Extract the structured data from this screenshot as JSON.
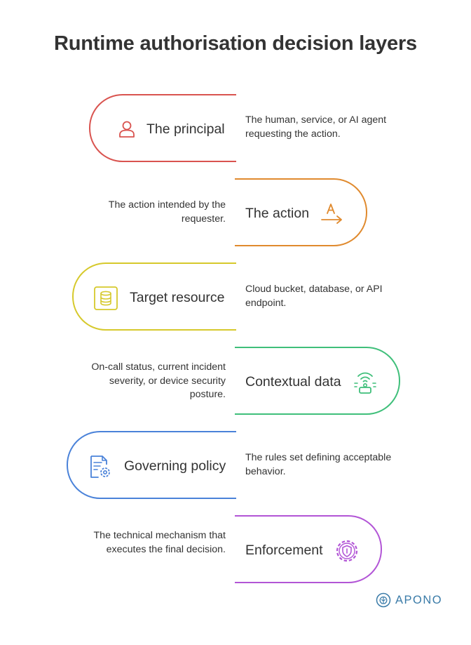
{
  "title": "Runtime authorisation decision layers",
  "layers": [
    {
      "label": "The principal",
      "description": "The human, service, or AI agent requesting the action.",
      "color": "#d9534f",
      "icon": "person-icon"
    },
    {
      "label": "The action",
      "description": "The action intended by the requester.",
      "color": "#e08a2e",
      "icon": "action-arrow-icon"
    },
    {
      "label": "Target resource",
      "description": "Cloud bucket, database, or API endpoint.",
      "color": "#d6c92c",
      "icon": "database-icon"
    },
    {
      "label": "Contextual data",
      "description": "On-call status, current incident severity, or device security posture.",
      "color": "#3fbf7a",
      "icon": "signal-device-icon"
    },
    {
      "label": "Governing policy",
      "description": "The rules set defining acceptable behavior.",
      "color": "#4a82d9",
      "icon": "policy-gear-icon"
    },
    {
      "label": "Enforcement",
      "description": "The technical mechanism that executes the final decision.",
      "color": "#b255d6",
      "icon": "shield-gear-icon"
    }
  ],
  "brand": {
    "name": "APONO",
    "color": "#3a7ba8"
  }
}
